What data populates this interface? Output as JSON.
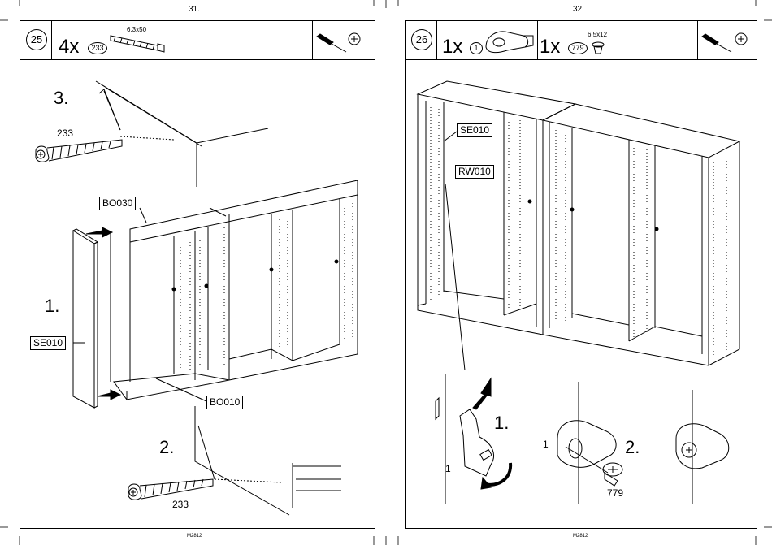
{
  "left": {
    "page_number": "31.",
    "footer": "M2812",
    "step_number": "25",
    "qty": "4x",
    "part_id": "233",
    "part_size": "6,3x50",
    "tool_icon": "screwdriver-icon",
    "screw_icon": "phillips-icon",
    "steps": [
      "1.",
      "2.",
      "3."
    ],
    "labels": {
      "bo030": "BO030",
      "se010": "SE010",
      "bo010": "BO010"
    },
    "screw_top": "233",
    "screw_bottom": "233"
  },
  "right": {
    "page_number": "32.",
    "footer": "M2812",
    "step_number": "26",
    "qty1": "1x",
    "part1_id": "1",
    "qty2": "1x",
    "part2_id": "779",
    "part2_size": "6,5x12",
    "tool_icon": "screwdriver-icon",
    "screw_icon": "phillips-icon",
    "labels": {
      "se010": "SE010",
      "rw010": "RW010"
    },
    "steps": [
      "1.",
      "2."
    ],
    "detail_1a": "1",
    "detail_1b": "1",
    "detail_779": "779"
  }
}
